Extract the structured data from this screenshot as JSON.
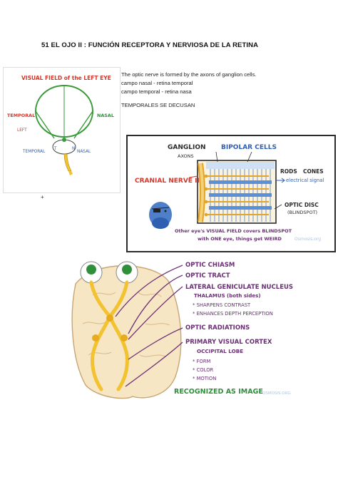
{
  "title": "51 EL OJO II : FUNCIÓN RECEPTORA Y NERVIOSA DE LA RETINA",
  "notes": {
    "line1": "The  optic nerve  is formed by the axons of ganglion cells.",
    "line2": "campo nasal - retina temporal",
    "line3": "campo temporal - retina nasa",
    "line4": "TEMPORALES SE DECUSAN"
  },
  "plus": "+",
  "visual_field": {
    "title": "VISUAL FIELD of the LEFT EYE",
    "temporal_top": "TEMPORAL",
    "nasal_top": "NASAL",
    "left": "LEFT",
    "temporal_bottom": "TEMPORAL",
    "nasal_bottom": "NASAL",
    "letter_t": "T",
    "letter_n": "N"
  },
  "retina": {
    "ganglion": "GANGLION",
    "axons": "AXONS",
    "bipolar": "BIPOLAR CELLS",
    "cranial": "CRANIAL NERVE II",
    "rods": "RODS",
    "cones": "CONES",
    "signal": "electrical signal",
    "optic_disc": "OPTIC DISC",
    "blindspot": "(BLINDSPOT)",
    "footer1": "Other eye's VISUAL FIELD covers BLINDSPOT",
    "footer2": "with ONE eye, things get WEIRD",
    "watermark": "Osmosis.org"
  },
  "brain": {
    "chiasm": "OPTIC CHIASM",
    "tract": "OPTIC TRACT",
    "lgn": "LATERAL GENICULATE NUCLEUS",
    "thalamus": "THALAMUS (both sides)",
    "b1": "SHARPENS CONTRAST",
    "b2": "ENHANCES DEPTH PERCEPTION",
    "radiations": "OPTIC RADIATIONS",
    "cortex": "PRIMARY VISUAL CORTEX",
    "lobe": "OCCIPITAL LOBE",
    "c1": "FORM",
    "c2": "COLOR",
    "c3": "MOTION",
    "recognized": "RECOGNIZED AS IMAGE",
    "watermark": "OSMOSIS.ORG"
  },
  "colors": {
    "red": "#d2372b",
    "blue": "#2f5fb0",
    "green": "#2f8f3a",
    "purple": "#6a2f74",
    "yellow": "#f2c230",
    "cream": "#f7e6c4"
  }
}
